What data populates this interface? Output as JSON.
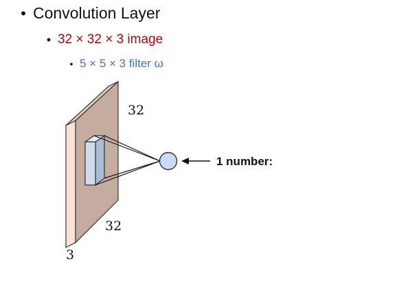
{
  "bullets": {
    "level1": "Convolution Layer",
    "level2": "32 × 32 × 3 image",
    "level3": "5 × 5 × 3 filter ω"
  },
  "diagram": {
    "height_label": "32",
    "width_label": "32",
    "depth_label": "3",
    "output_label": "1 number:"
  },
  "colors": {
    "image_front": "#fbe2d5",
    "image_side": "#c4ad9f",
    "filter_front": "#d0dcea",
    "filter_side": "#a9bcd2",
    "neuron": "#c9daf8",
    "level2_text": "#c00000",
    "level3_text": "#4472c4"
  }
}
